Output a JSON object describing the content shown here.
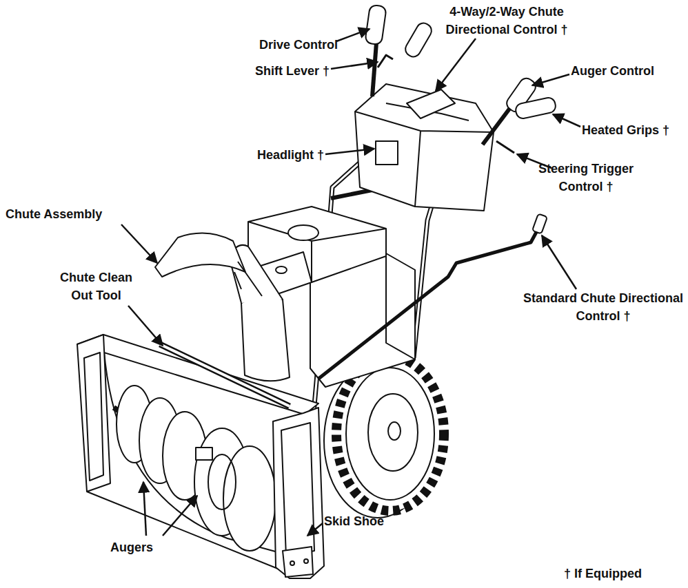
{
  "diagram": {
    "labels": [
      "Drive Control",
      "4-Way/2-Way Chute Directional Control †",
      "Shift Lever †",
      "Auger Control",
      "Heated Grips †",
      "Headlight †",
      "Steering Trigger Control †",
      "Chute Assembly",
      "Chute Clean Out Tool",
      "Standard Chute Directional Control †",
      "Augers",
      "Skid Shoe",
      "† If Equipped"
    ]
  }
}
